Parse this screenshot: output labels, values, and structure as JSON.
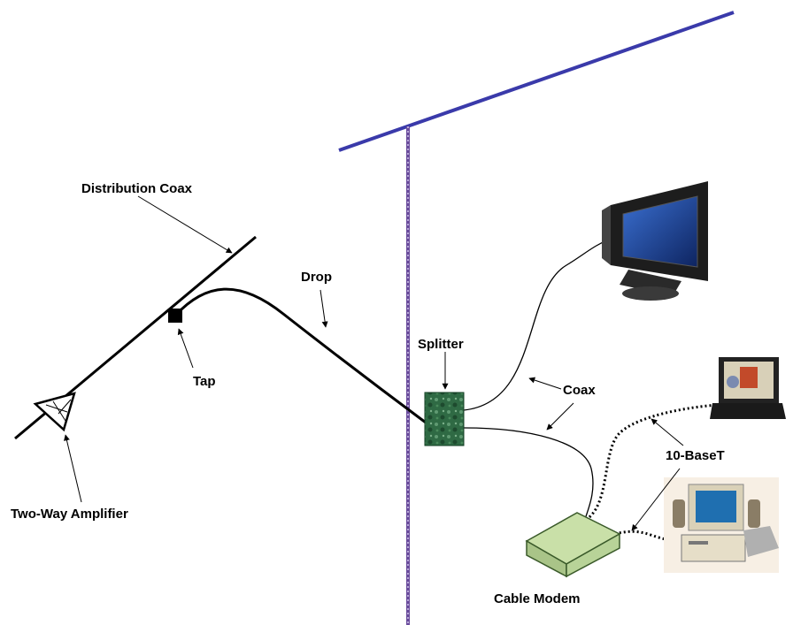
{
  "labels": {
    "distribution_coax": "Distribution Coax",
    "drop": "Drop",
    "tap": "Tap",
    "two_way_amplifier": "Two-Way Amplifier",
    "splitter": "Splitter",
    "coax": "Coax",
    "ten_base_t": "10-BaseT",
    "cable_modem": "Cable Modem"
  },
  "colors": {
    "roof": "#3a3aaa",
    "wall": "#6a4c9c",
    "cable": "#000000",
    "splitter": "#2f6a44",
    "modem": "#c9e0a8",
    "monitor_screen": "#1c3d8c",
    "pc_case": "#e8e2c8"
  },
  "icons": [
    "amplifier-icon",
    "tap-icon",
    "splitter-icon",
    "tv-monitor-icon",
    "laptop-icon",
    "desktop-pc-icon",
    "cable-modem-icon"
  ]
}
